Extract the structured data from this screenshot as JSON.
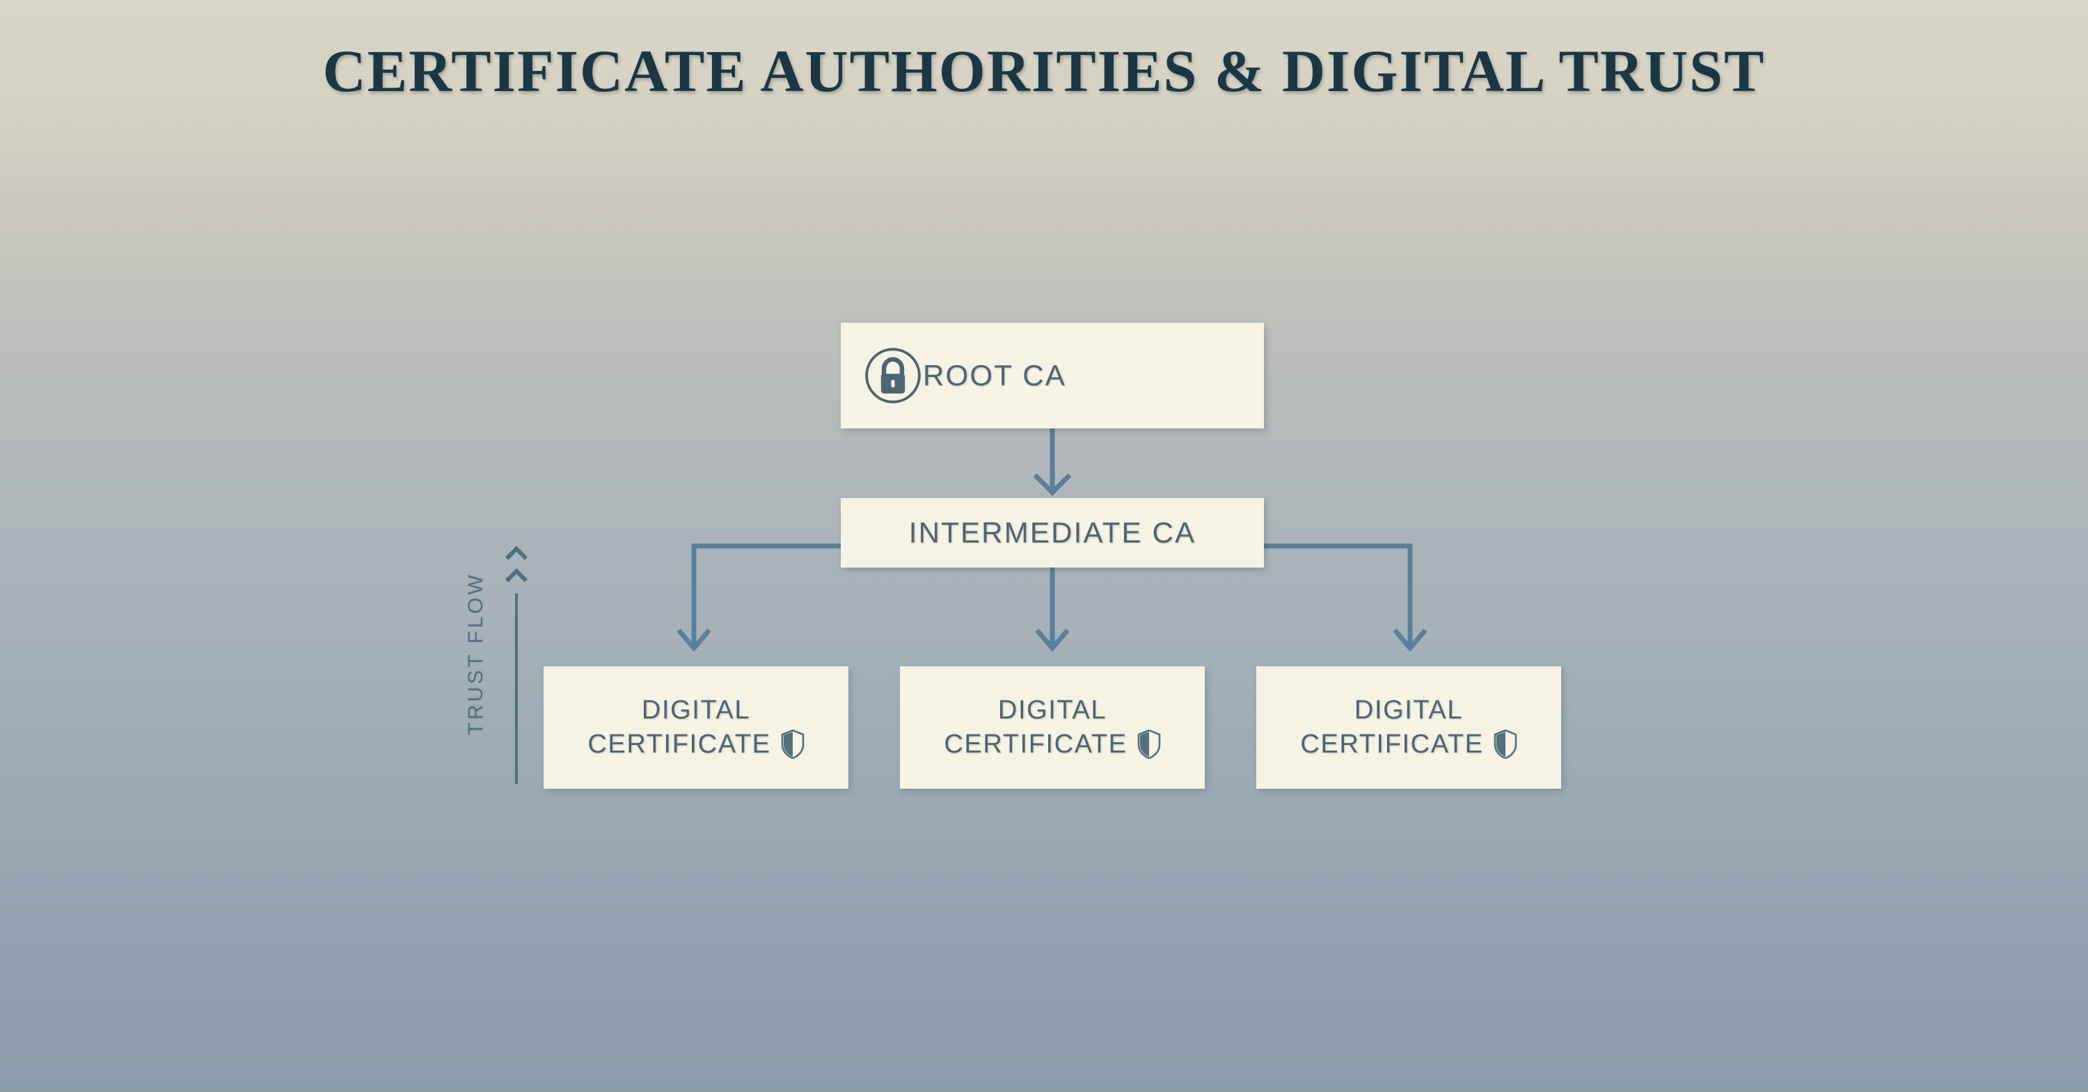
{
  "title": "CERTIFICATE AUTHORITIES & DIGITAL TRUST",
  "colors": {
    "title_text": "#1d3644",
    "node_background": "#f6f2e4",
    "node_text": "#4c6573",
    "connector_line": "#5b7f99",
    "background_top": "#dad6c7",
    "background_bottom": "#8b9ca9"
  },
  "diagram": {
    "root": {
      "label": "ROOT CA",
      "icon": "lock-icon"
    },
    "intermediate": {
      "label": "INTERMEDIATE CA"
    },
    "certificates": [
      {
        "line1": "DIGITAL",
        "line2": "CERTIFICATE",
        "icon": "shield-icon"
      },
      {
        "line1": "DIGITAL",
        "line2": "CERTIFICATE",
        "icon": "shield-icon"
      },
      {
        "line1": "DIGITAL",
        "line2": "CERTIFICATE",
        "icon": "shield-icon"
      }
    ],
    "trust_flow": {
      "label": "TRUST FLOW",
      "direction_icon": "double-chevron-up-icon"
    }
  }
}
